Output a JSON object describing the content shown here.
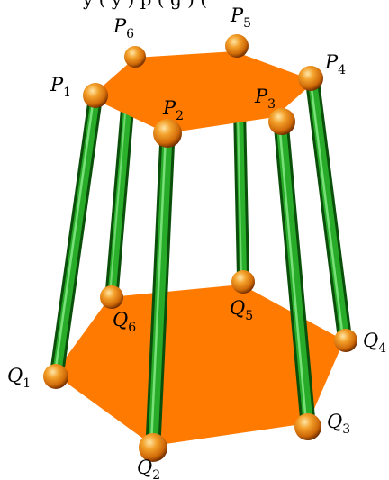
{
  "caption": {
    "text": "y ( y ) p ( g ) ("
  },
  "colors": {
    "platform": "#ff7a00",
    "leg": "#1b9a1b",
    "leg_highlight": "#5fd85f",
    "leg_shadow": "#0a5a0a",
    "joint_light": "#ffd27a",
    "joint_mid": "#ef8a10",
    "joint_dark": "#7a3300",
    "label": "#000000"
  },
  "labels": {
    "P1": {
      "letter": "P",
      "sub": "1"
    },
    "P2": {
      "letter": "P",
      "sub": "2"
    },
    "P3": {
      "letter": "P",
      "sub": "3"
    },
    "P4": {
      "letter": "P",
      "sub": "4"
    },
    "P5": {
      "letter": "P",
      "sub": "5"
    },
    "P6": {
      "letter": "P",
      "sub": "6"
    },
    "Q1": {
      "letter": "Q",
      "sub": "1"
    },
    "Q2": {
      "letter": "Q",
      "sub": "2"
    },
    "Q3": {
      "letter": "Q",
      "sub": "3"
    },
    "Q4": {
      "letter": "Q",
      "sub": "4"
    },
    "Q5": {
      "letter": "Q",
      "sub": "5"
    },
    "Q6": {
      "letter": "Q",
      "sub": "6"
    }
  }
}
